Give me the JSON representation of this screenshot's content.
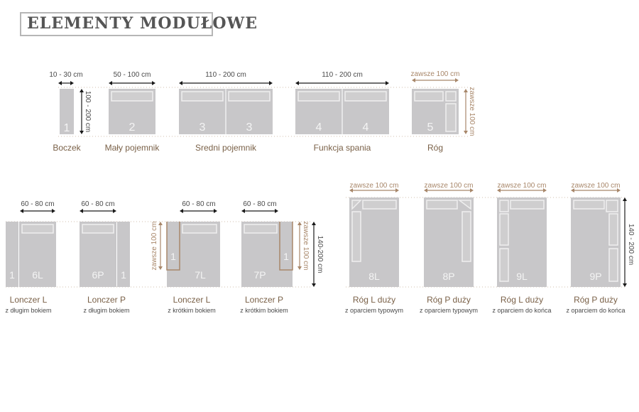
{
  "title": "ELEMENTY MODUŁOWE",
  "colors": {
    "piece": "#c8c7c9",
    "piece_dark": "#b8b7b9",
    "cushion": "#cfcecf",
    "outline": "#efefef",
    "label": "#7a6148",
    "tan": "#a8876a",
    "arrow": "#1a1a1a",
    "dots": "#c4ab92",
    "digit": "#f4f4f4",
    "grey_text": "#4a4a4a"
  },
  "row1": {
    "dims": [
      "10 - 30 cm",
      "50 - 100 cm",
      "110 - 200 cm",
      "110 - 200 cm",
      "zawsze 100 cm"
    ],
    "side_dims": [
      "100 - 200 cm",
      "zawsze 100 cm"
    ],
    "nums": [
      "1",
      "2",
      "3",
      "3",
      "4",
      "4",
      "5"
    ],
    "names": [
      "Boczek",
      "Mały pojemnik",
      "Sredni pojemnik",
      "Funkcja spania",
      "Róg"
    ]
  },
  "row2": {
    "dims": [
      "60 - 80 cm",
      "60 - 80 cm",
      "60 - 80 cm",
      "60 - 80 cm"
    ],
    "side_dims": [
      "zawsze 100 cm",
      "zawsze 100 cm",
      "140-200 cm"
    ],
    "nums": [
      "1",
      "6L",
      "6P",
      "1",
      "1",
      "7L",
      "1",
      "7P"
    ],
    "names": [
      "Lonczer L",
      "Lonczer P",
      "Lonczer L",
      "Lonczer P"
    ],
    "subs": [
      "z długim bokiem",
      "z długim bokiem",
      "z krótkim bokiem",
      "z krótkim bokiem"
    ]
  },
  "row3": {
    "dims": [
      "zawsze 100 cm",
      "zawsze 100 cm",
      "zawsze 100 cm",
      "zawsze 100 cm"
    ],
    "side_dim": "140 - 200 cm",
    "nums": [
      "8L",
      "8P",
      "9L",
      "9P"
    ],
    "names": [
      "Róg L duży",
      "Róg P duży",
      "Róg L duży",
      "Róg P duży"
    ],
    "subs": [
      "z oparciem typowym",
      "z oparciem typowym",
      "z oparciem do końca",
      "z oparciem do końca"
    ]
  }
}
